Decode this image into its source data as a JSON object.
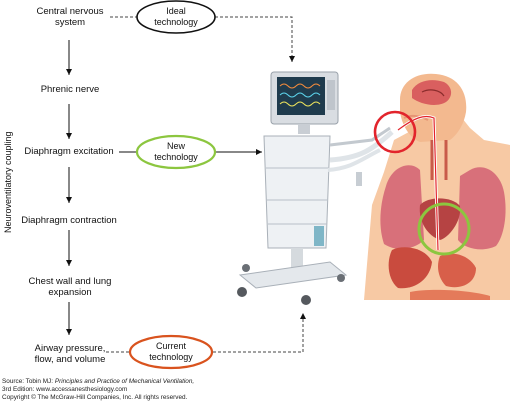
{
  "axis_label": "Neuroventilatory coupling",
  "steps": [
    "Central nervous system",
    "Phrenic nerve",
    "Diaphragm excitation",
    "Diaphragm contraction",
    "Chest wall and lung expansion",
    "Airway pressure, flow, and volume"
  ],
  "steps_lines": [
    [
      "Central nervous",
      "system"
    ],
    [
      "Phrenic nerve"
    ],
    [
      "Diaphragm excitation"
    ],
    [
      "Diaphragm contraction"
    ],
    [
      "Chest wall and lung",
      "expansion"
    ],
    [
      "Airway pressure,",
      "flow, and volume"
    ]
  ],
  "technologies": {
    "ideal": {
      "line1": "Ideal",
      "line2": "technology",
      "color": "#111111"
    },
    "new": {
      "line1": "New",
      "line2": "technology",
      "color": "#8cc63f"
    },
    "current": {
      "line1": "Current",
      "line2": "technology",
      "color": "#d9531e"
    }
  },
  "footer": {
    "source_prefix": "Source: Tobin MJ: ",
    "book_title": "Principles and Practice of Mechanical Ventilation,",
    "edition_line": "3rd Edition: www.accessanesthesiology.com",
    "copyright": "Copyright © The McGraw-Hill Companies, Inc. All rights reserved."
  },
  "colors": {
    "accent_red": "#e2242c",
    "accent_green": "#8cc63f",
    "skin": "#f7c9a4",
    "lung": "#d8707a"
  }
}
